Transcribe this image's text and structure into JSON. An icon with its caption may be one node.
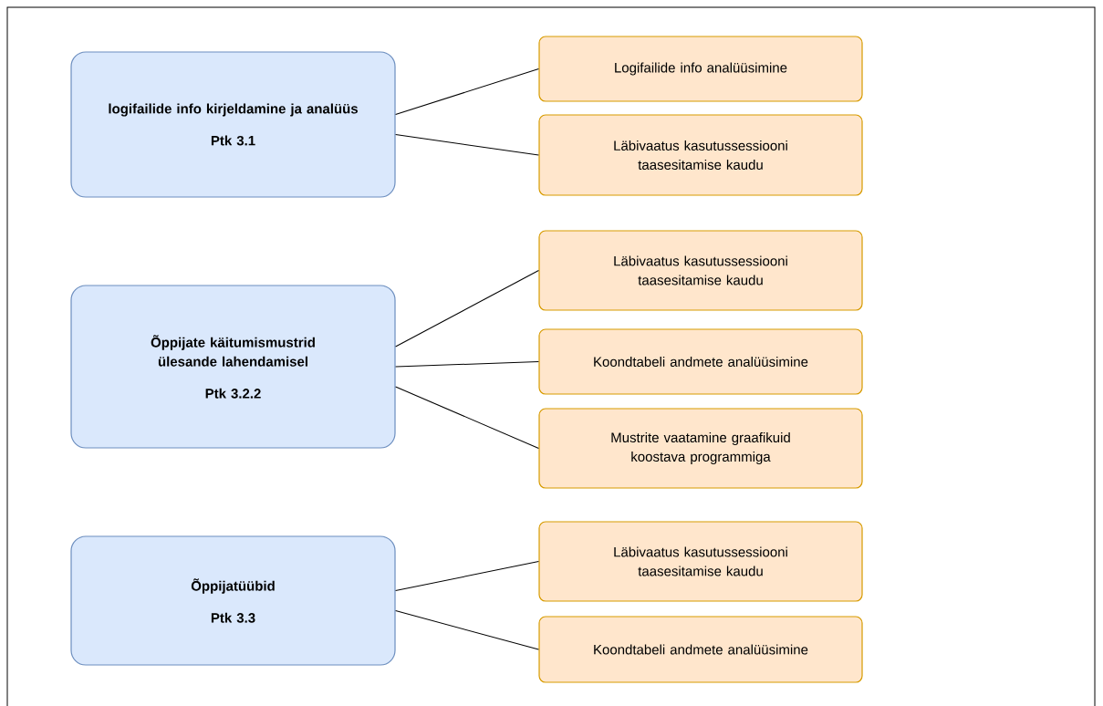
{
  "diagram": {
    "nodes": [
      {
        "text": [
          "logifailide info kirjeldamine ja analüüs",
          "Ptk 3.1"
        ]
      },
      {
        "text": [
          "Logifailide info analüüsimine"
        ]
      },
      {
        "text": [
          "Läbivaatus kasutussessiooni taasesitamise kaudu"
        ]
      },
      {
        "text": [
          "Õppijate käitumismustrid ülesande lahendamisel",
          "Ptk 3.2.2"
        ]
      },
      {
        "text": [
          "Läbivaatus kasutussessiooni taasesitamise kaudu"
        ]
      },
      {
        "text": [
          "Koondtabeli andmete analüüsimine"
        ]
      },
      {
        "text": [
          "Mustrite vaatamine graafikuid koostava programmiga"
        ]
      },
      {
        "text": [
          "Õppijatüübid",
          "Ptk 3.3"
        ]
      },
      {
        "text": [
          "Läbivaatus kasutussessiooni taasesitamise kaudu"
        ]
      },
      {
        "text": [
          "Koondtabeli andmete analüüsimine"
        ]
      }
    ],
    "edges": [
      {
        "from": 0,
        "to": 1,
        "arrow": "none"
      },
      {
        "from": 0,
        "to": 2,
        "arrow": "none"
      },
      {
        "from": 3,
        "to": 4,
        "arrow": "none"
      },
      {
        "from": 3,
        "to": 5,
        "arrow": "none"
      },
      {
        "from": 3,
        "to": 6,
        "arrow": "none"
      },
      {
        "from": 7,
        "to": 8,
        "arrow": "none"
      },
      {
        "from": 7,
        "to": 9,
        "arrow": "none"
      }
    ]
  }
}
